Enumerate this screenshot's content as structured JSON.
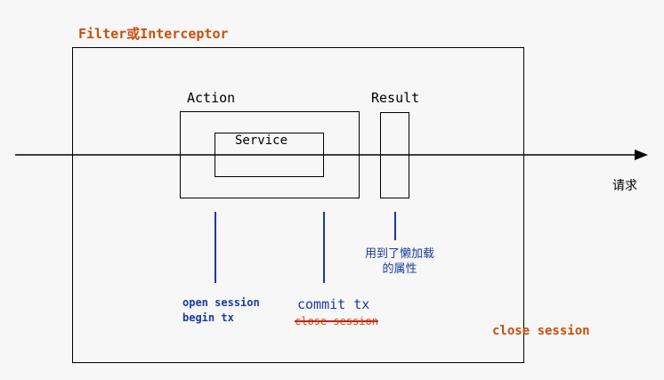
{
  "filter": {
    "title": "Filter或Interceptor"
  },
  "action": {
    "label": "Action",
    "service_label": "Service"
  },
  "result": {
    "label": "Result"
  },
  "request": {
    "label": "请求"
  },
  "annotations": {
    "lazy_load": "用到了懒加载的属性",
    "open_session": "open session",
    "begin_tx": "begin tx",
    "commit_tx": "commit tx",
    "close_session_struck": "close session",
    "close_session_final": "close session"
  },
  "colors": {
    "orange": "#c8500a",
    "blue": "#1a3a9c",
    "black": "#000000",
    "strike_red": "#d02010"
  }
}
